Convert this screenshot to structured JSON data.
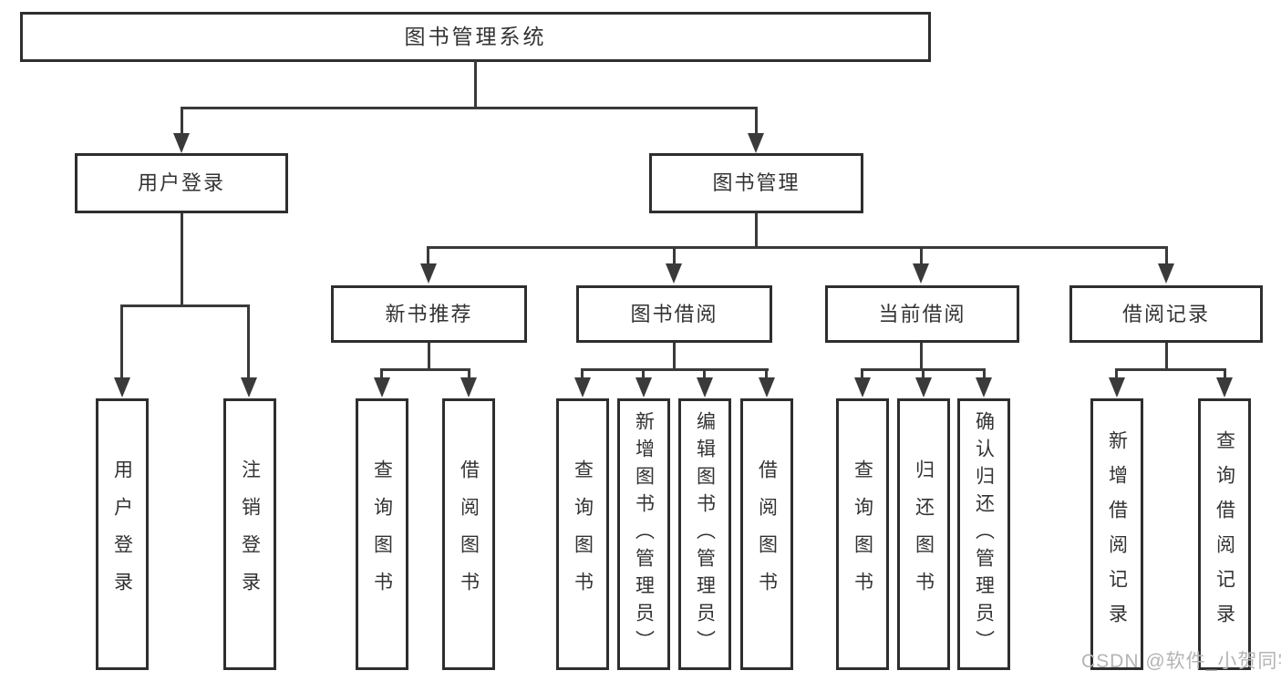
{
  "tree": {
    "root": {
      "label": "图书管理系统",
      "children": [
        {
          "label": "用户登录",
          "children": [
            {
              "label": "用户登录"
            },
            {
              "label": "注销登录"
            }
          ]
        },
        {
          "label": "图书管理",
          "children": [
            {
              "label": "新书推荐",
              "children": [
                {
                  "label": "查询图书"
                },
                {
                  "label": "借阅图书"
                }
              ]
            },
            {
              "label": "图书借阅",
              "children": [
                {
                  "label": "查询图书"
                },
                {
                  "label": "新增图书（管理员）"
                },
                {
                  "label": "编辑图书（管理员）"
                },
                {
                  "label": "借阅图书"
                }
              ]
            },
            {
              "label": "当前借阅",
              "children": [
                {
                  "label": "查询图书"
                },
                {
                  "label": "归还图书"
                },
                {
                  "label": "确认归还（管理员）"
                }
              ]
            },
            {
              "label": "借阅记录",
              "children": [
                {
                  "label": "新增借阅记录"
                },
                {
                  "label": "查询借阅记录"
                }
              ]
            }
          ]
        }
      ]
    }
  },
  "watermark": {
    "text": "CSDN @软件_小贺同学"
  },
  "colors": {
    "line": "#3a3a3a",
    "border": "#2e2e2e",
    "text": "#333333",
    "fill": "#ffffff",
    "watermark": "#b4b4b4"
  }
}
